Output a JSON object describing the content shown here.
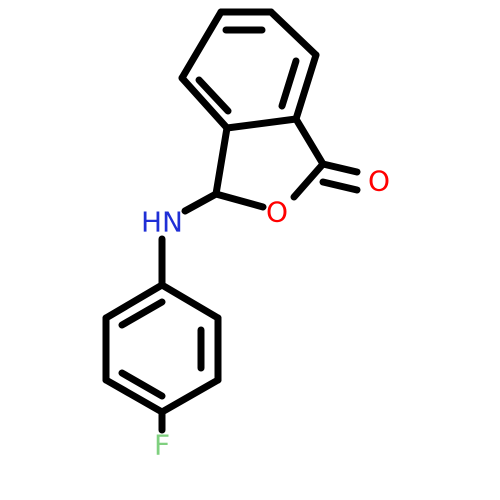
{
  "molecule": {
    "atoms": {
      "nh": {
        "symbol": "HN",
        "color": "#1f2fd6"
      },
      "o_ring": {
        "symbol": "O",
        "color": "#ff0000"
      },
      "o_carbonyl": {
        "symbol": "O",
        "color": "#ff0000"
      },
      "f": {
        "symbol": "F",
        "color": "#7fd07f"
      }
    }
  }
}
